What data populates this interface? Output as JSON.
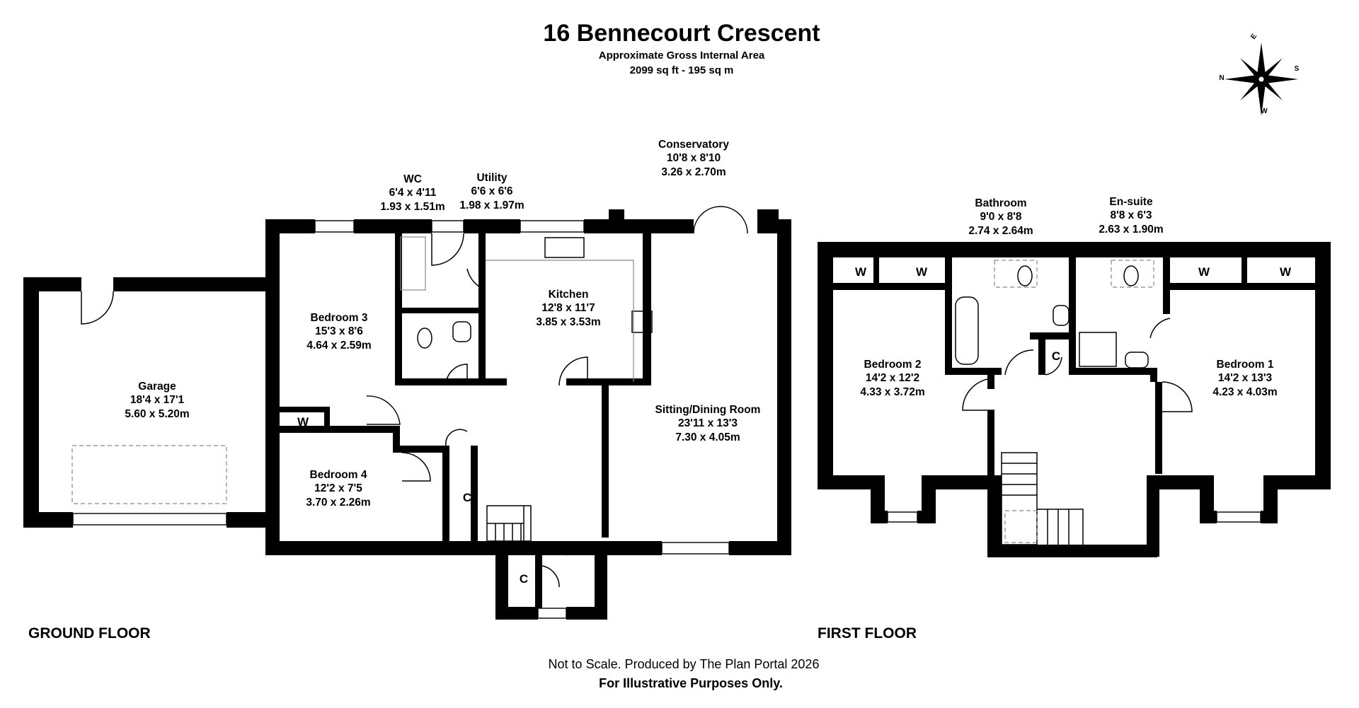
{
  "title": "16 Bennecourt Crescent",
  "area_label": "Approximate Gross Internal Area",
  "area_value": "2099 sq ft - 195 sq m",
  "floors": {
    "ground": "GROUND FLOOR",
    "first": "FIRST FLOOR"
  },
  "ground_rooms": {
    "garage": {
      "name": "Garage",
      "imperial": "18'4 x 17'1",
      "metric": "5.60 x 5.20m"
    },
    "bedroom3": {
      "name": "Bedroom 3",
      "imperial": "15'3 x 8'6",
      "metric": "4.64 x 2.59m"
    },
    "bedroom4": {
      "name": "Bedroom 4",
      "imperial": "12'2 x 7'5",
      "metric": "3.70 x 2.26m"
    },
    "wc": {
      "name": "WC",
      "imperial": "6'4 x 4'11",
      "metric": "1.93 x 1.51m"
    },
    "utility": {
      "name": "Utility",
      "imperial": "6'6 x 6'6",
      "metric": "1.98 x 1.97m"
    },
    "kitchen": {
      "name": "Kitchen",
      "imperial": "12'8 x 11'7",
      "metric": "3.85 x 3.53m"
    },
    "conservatory": {
      "name": "Conservatory",
      "imperial": "10'8 x 8'10",
      "metric": "3.26 x 2.70m"
    },
    "sitting": {
      "name": "Sitting/Dining Room",
      "imperial": "23'11 x 13'3",
      "metric": "7.30 x 4.05m"
    }
  },
  "first_rooms": {
    "bathroom": {
      "name": "Bathroom",
      "imperial": "9'0 x 8'8",
      "metric": "2.74 x 2.64m"
    },
    "ensuite": {
      "name": "En-suite",
      "imperial": "8'8 x 6'3",
      "metric": "2.63 x 1.90m"
    },
    "bedroom2": {
      "name": "Bedroom 2",
      "imperial": "14'2 x 12'2",
      "metric": "4.33 x 3.72m"
    },
    "bedroom1": {
      "name": "Bedroom 1",
      "imperial": "14'2 x 13'3",
      "metric": "4.23 x 4.03m"
    }
  },
  "labels": {
    "wardrobe": "W",
    "cupboard": "C"
  },
  "compass": {
    "n": "N",
    "e": "E",
    "s": "S",
    "w": "W"
  },
  "footer": {
    "line1": "Not to Scale. Produced by The Plan Portal 2026",
    "line2": "For Illustrative Purposes Only."
  }
}
